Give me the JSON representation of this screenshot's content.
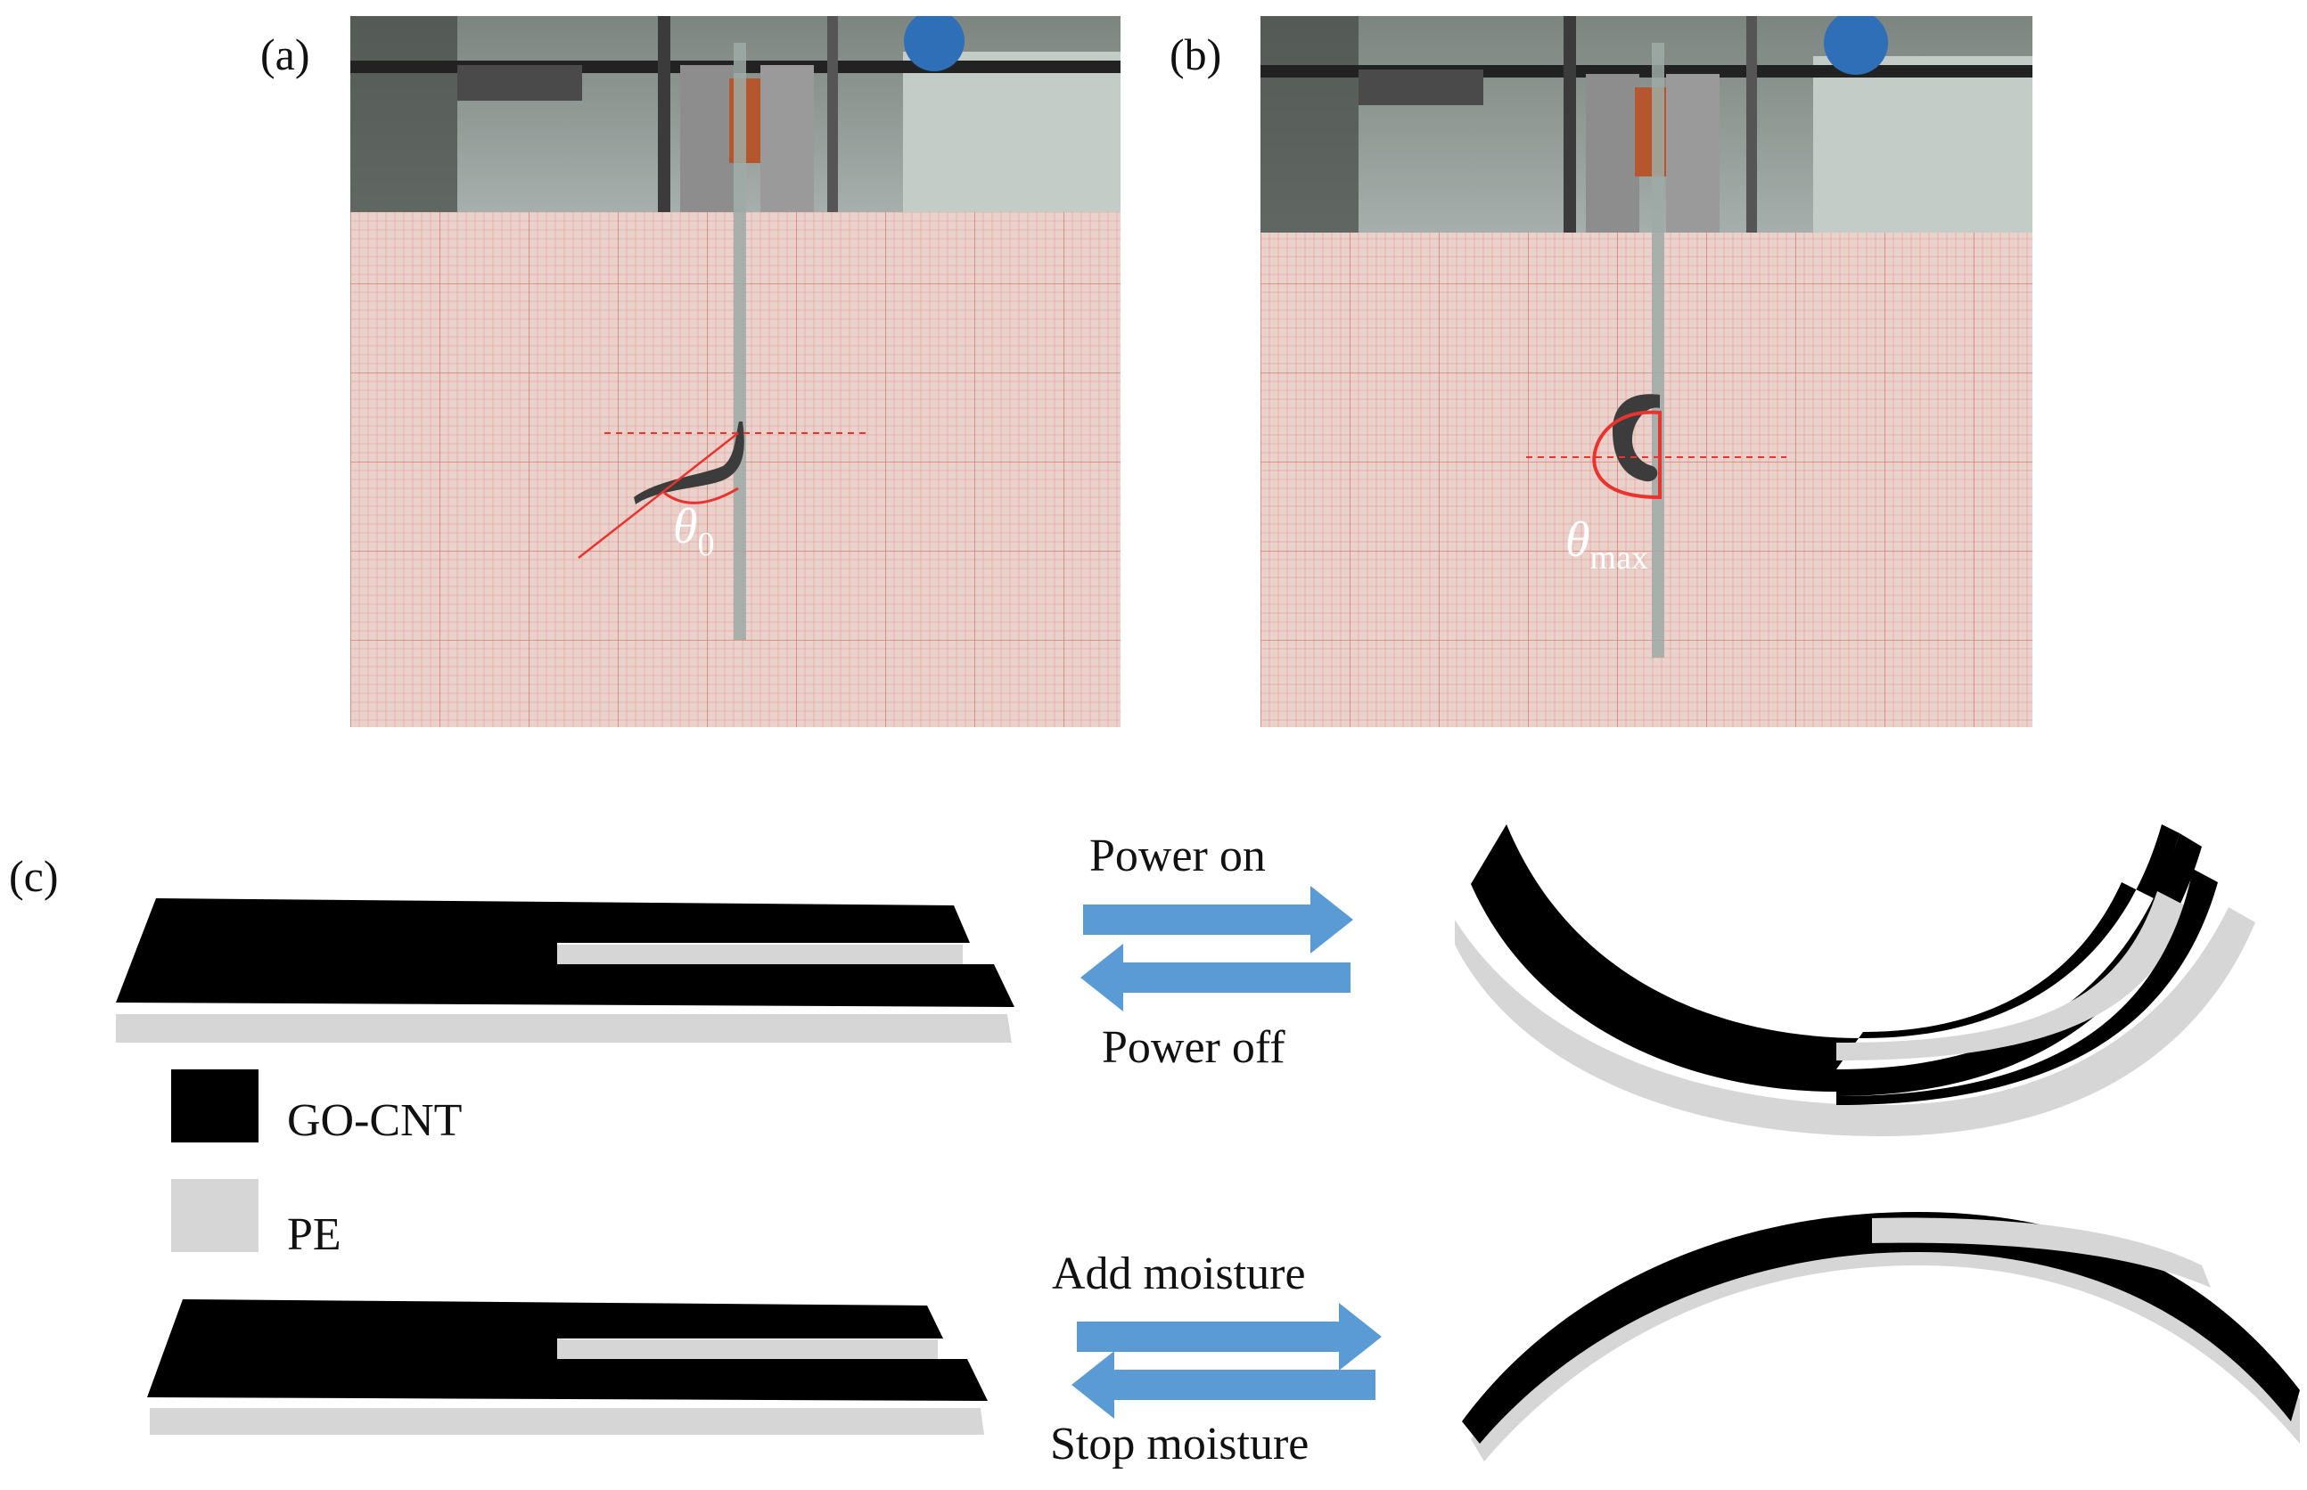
{
  "panels": {
    "a": {
      "label": "(a)",
      "angle_symbol": "θ",
      "angle_subscript": "0"
    },
    "b": {
      "label": "(b)",
      "angle_symbol": "θ",
      "angle_subscript": "max"
    },
    "c": {
      "label": "(c)"
    }
  },
  "transitions": {
    "electric": {
      "forward": "Power on",
      "reverse": "Power off"
    },
    "moisture": {
      "forward": "Add moisture",
      "reverse": "Stop moisture"
    }
  },
  "legend": [
    {
      "name": "GO-CNT",
      "color": "#000000"
    },
    {
      "name": "PE",
      "color": "#d6d6d6"
    }
  ],
  "colors": {
    "arrow": "#5b9bd5",
    "grid_paper": "#ead2cc",
    "angle_line": "#e8332f",
    "go_cnt": "#000000",
    "pe": "#d6d6d6"
  }
}
